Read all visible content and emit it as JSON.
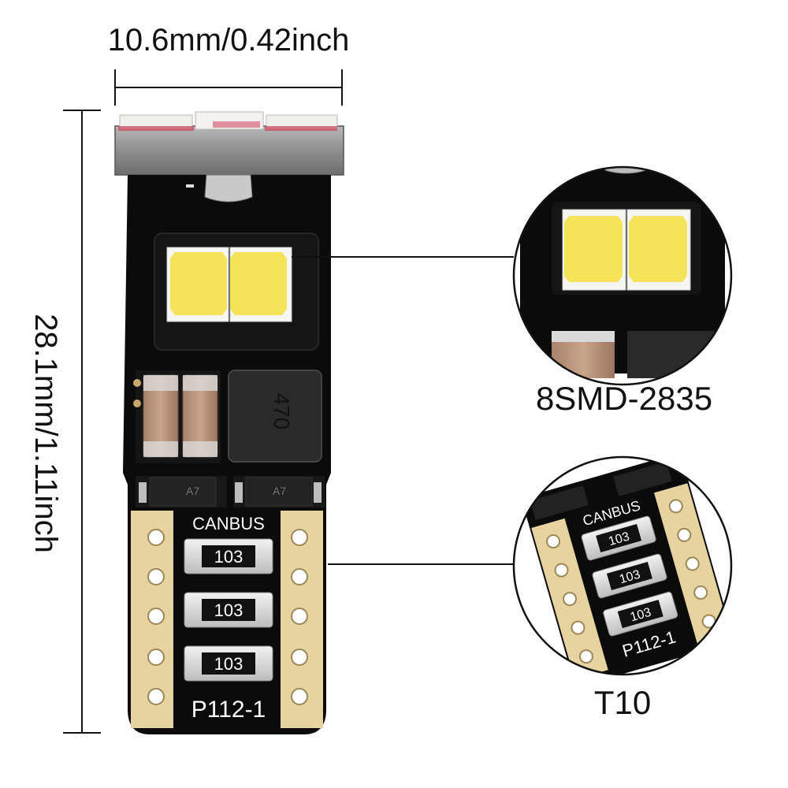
{
  "dimensions": {
    "width_label": "10.6mm/0.42inch",
    "height_label": "28.1mm/1.11inch"
  },
  "board": {
    "canbus_label": "CANBUS",
    "resistor_code": "103",
    "model_code": "P112-1",
    "inductor_code": "470",
    "transistor_code": "A7"
  },
  "callouts": {
    "led_label": "8SMD-2835",
    "base_label": "T10"
  },
  "colors": {
    "board": "#0b0b0b",
    "gold_pad": "#e6d3a0",
    "led_yellow": "#f5e35a",
    "metal": "#9a9a9a"
  }
}
